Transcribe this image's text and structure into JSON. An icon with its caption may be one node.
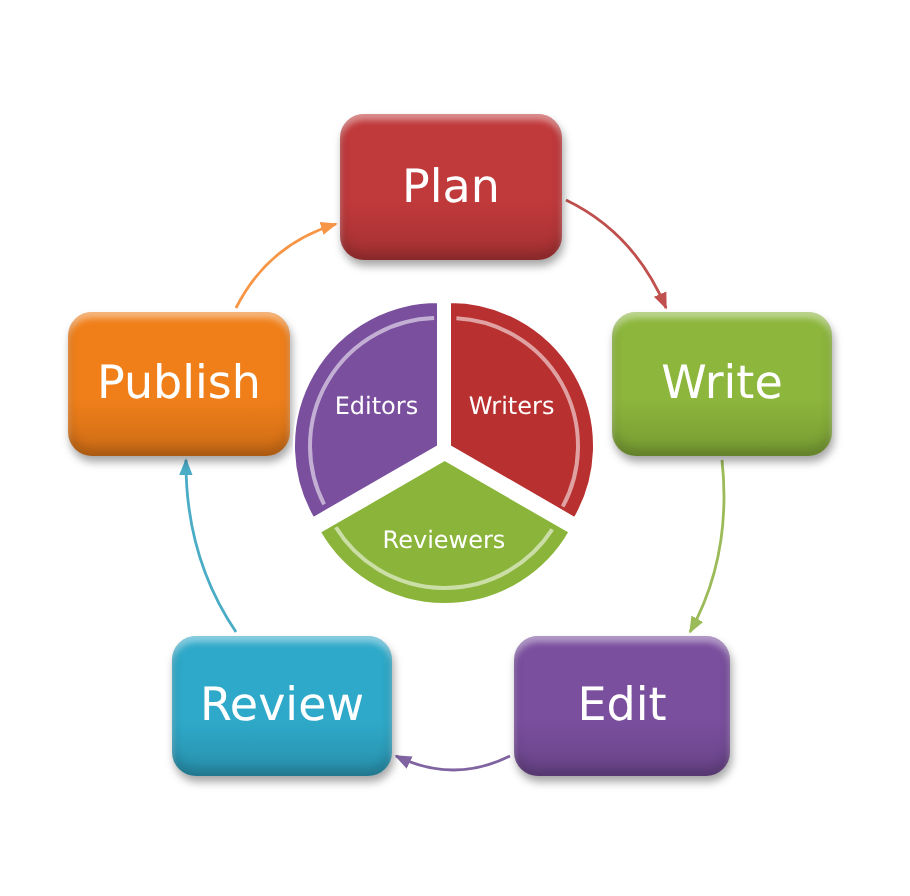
{
  "diagram": {
    "nodes": [
      {
        "text": [
          "Plan"
        ]
      },
      {
        "text": [
          "Write"
        ]
      },
      {
        "text": [
          "Edit"
        ]
      },
      {
        "text": [
          "Review"
        ]
      },
      {
        "text": [
          "Publish"
        ]
      },
      {
        "text": [
          "Writers"
        ]
      },
      {
        "text": [
          "Reviewers"
        ]
      },
      {
        "text": [
          "Editors"
        ]
      }
    ],
    "edges": [
      {
        "from": 0,
        "to": 1,
        "arrow": "to",
        "color": "#c0504d"
      },
      {
        "from": 1,
        "to": 2,
        "arrow": "to",
        "color": "#9bbb59"
      },
      {
        "from": 2,
        "to": 3,
        "arrow": "to",
        "color": "#8064a2"
      },
      {
        "from": 3,
        "to": 4,
        "arrow": "to",
        "color": "#4bacc6"
      },
      {
        "from": 4,
        "to": 0,
        "arrow": "to",
        "color": "#f79646"
      }
    ]
  }
}
